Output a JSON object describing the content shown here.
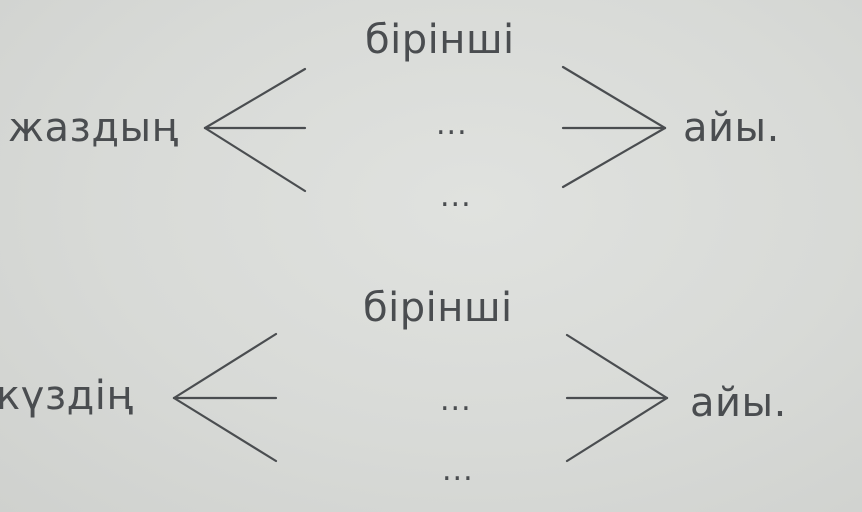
{
  "groups": [
    {
      "left_word": "жаздың",
      "top_word": "бірінші",
      "middle_dots": "...",
      "bottom_dots": "...",
      "right_word": "айы."
    },
    {
      "left_word": "күздің",
      "top_word": "бірінші",
      "middle_dots": "...",
      "bottom_dots": "...",
      "right_word": "айы."
    }
  ]
}
